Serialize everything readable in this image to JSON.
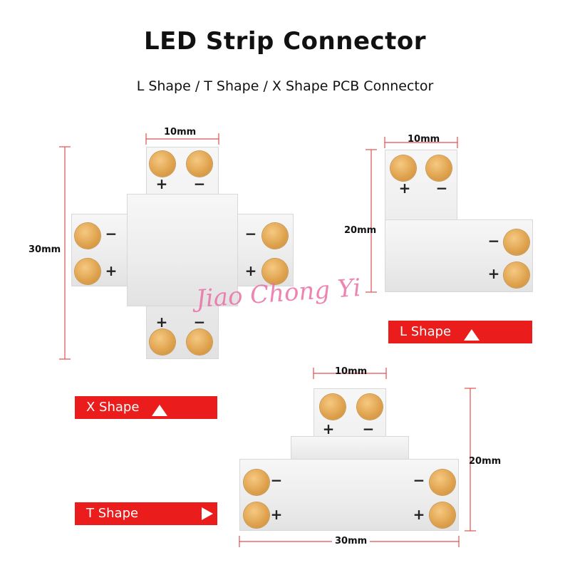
{
  "header": {
    "title": "LED Strip Connector",
    "subtitle": "L Shape / T Shape / X Shape PCB Connector"
  },
  "watermark": "Jiao Chong Yi",
  "x_shape": {
    "label": "X Shape",
    "dim_width": "10mm",
    "dim_height": "30mm",
    "plus": "+",
    "minus": "−"
  },
  "l_shape": {
    "label": "L Shape",
    "dim_width": "10mm",
    "dim_height": "20mm",
    "plus": "+",
    "minus": "−"
  },
  "t_shape": {
    "label": "T Shape",
    "dim_width_top": "10mm",
    "dim_height": "20mm",
    "dim_width_bottom": "30mm",
    "plus": "+",
    "minus": "−"
  },
  "colors": {
    "banner": "#ea1c1c",
    "pad": "#e0a450",
    "dimension_line": "#e05050",
    "watermark": "#eb6ea5"
  }
}
